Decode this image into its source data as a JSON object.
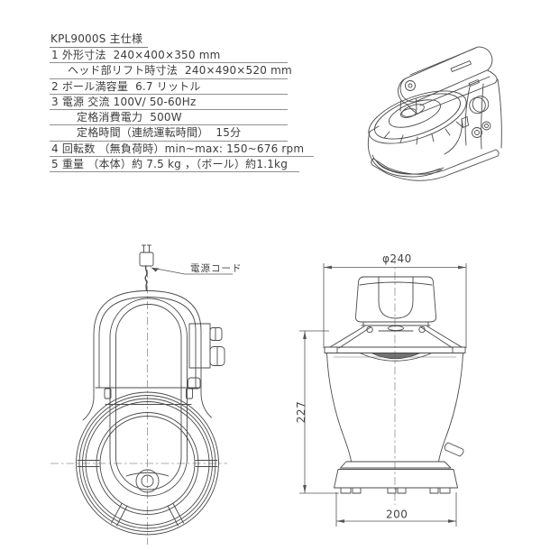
{
  "spec_table": {
    "title": "KPL9000S 主仕様",
    "rows": [
      "1 外形寸法  240×400×350 mm",
      "ヘッド部リフト時寸法  240×490×520 mm",
      "2 ボール満容量  6.7 リットル",
      "3 電源 交流 100V/ 50-60Hz",
      "定格消費電力  500W",
      "定格時間（連続運転時間）  15分",
      "4 回転数 （無負荷時）min~max: 150~676 rpm",
      "5 重量 （本体）約 7.5 kg ，（ボール）約1.1kg"
    ]
  },
  "top_view": {
    "power_cord_label": "電源コード"
  },
  "front_view": {
    "dim_width_top": "φ240",
    "dim_height_left": "227",
    "dim_width_bottom": "200"
  },
  "colors": {
    "drawing_line": "#4a4a4a",
    "centerline": "#919191",
    "table_rule": "#909090"
  }
}
